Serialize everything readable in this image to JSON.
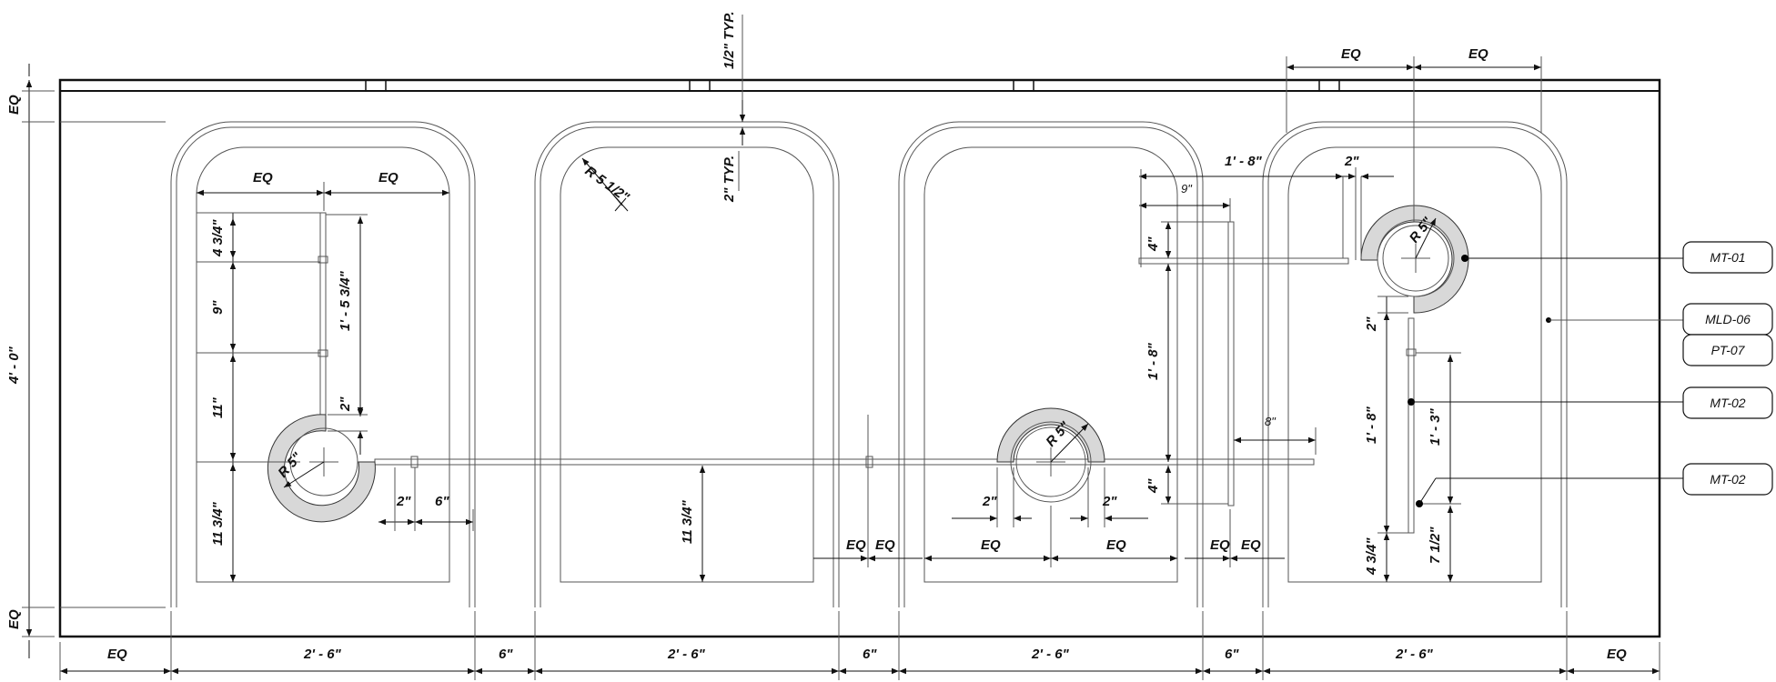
{
  "panel_height": "4' - 0\"",
  "dims": {
    "eq": "EQ",
    "opening_width": "2' - 6\"",
    "gap": "6\"",
    "half_typ": "1/2\" TYP.",
    "two_typ": "2\" TYP.",
    "radius_half": "R 5 1/2\"",
    "radius5": "R 5\"",
    "four_three_quarter": "4 3/4\"",
    "nine": "9\"",
    "one_five_three_quarter": "1' - 5 3/4\"",
    "two": "2\"",
    "eleven": "11\"",
    "eleven_three_quarter": "11 3/4\"",
    "six": "6\"",
    "one_eight": "1' - 8\"",
    "four": "4\"",
    "eight": "8\"",
    "one_three": "1' - 3\"",
    "seven_half": "7 1/2\""
  },
  "tags": [
    {
      "label": "MT-01"
    },
    {
      "label": "MLD-06"
    },
    {
      "label": "PT-07"
    },
    {
      "label": "MT-02"
    },
    {
      "label": "MT-02"
    }
  ]
}
